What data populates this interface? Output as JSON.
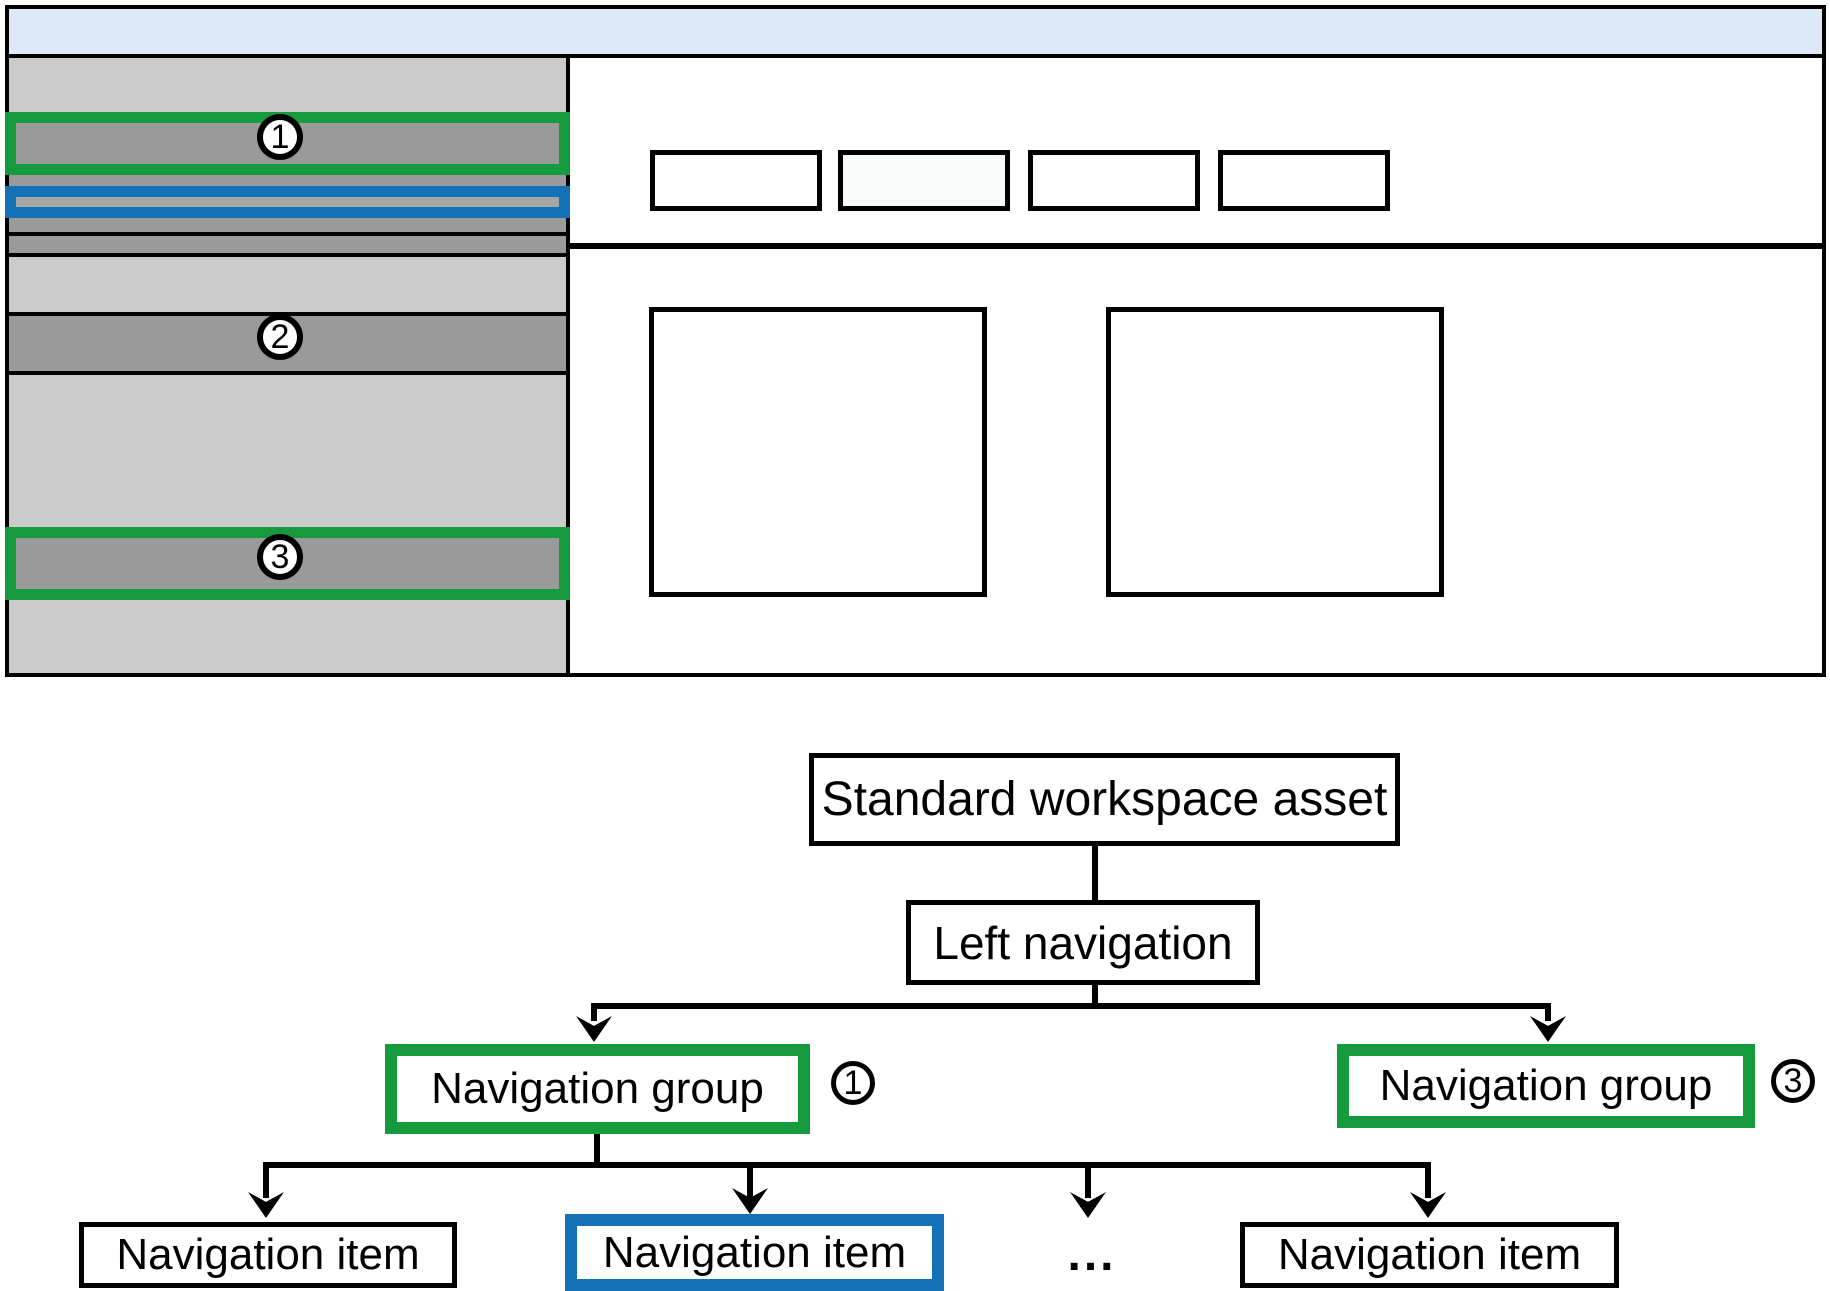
{
  "wireframe": {
    "callouts": [
      {
        "number": "1"
      },
      {
        "number": "2"
      },
      {
        "number": "3"
      }
    ]
  },
  "tree": {
    "root_label": "Standard workspace asset",
    "nav_label": "Left navigation",
    "groups": [
      {
        "label": "Navigation group",
        "callout": "1"
      },
      {
        "label": "Navigation group",
        "callout": "3"
      }
    ],
    "items": [
      {
        "label": "Navigation item"
      },
      {
        "label": "Navigation item",
        "highlighted": true
      },
      {
        "label": "..."
      },
      {
        "label": "Navigation item"
      }
    ]
  },
  "colors": {
    "accent_green": "#169a3e",
    "accent_blue": "#1371b6",
    "header_blue": "#dde9f7",
    "sidebar_gray": "#cbcbcb",
    "bar_gray": "#9a9a9a",
    "bar_gray_light": "#a6a6a6",
    "tab_highlight": "#f7fbfa"
  }
}
